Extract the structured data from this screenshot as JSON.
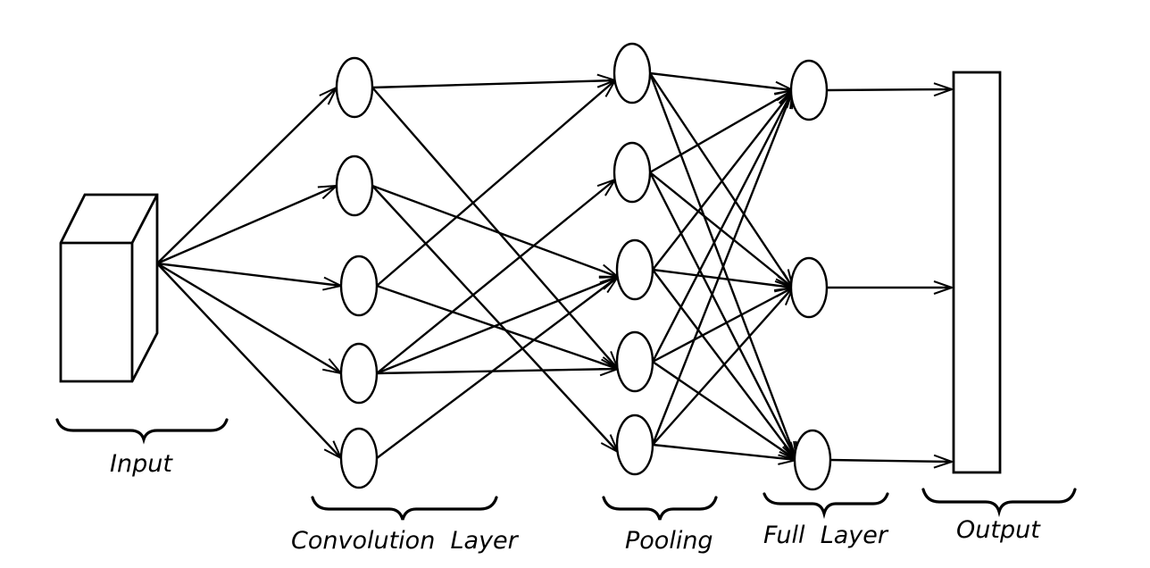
{
  "labels": {
    "input": "Input",
    "convolution": "Convolution  Layer",
    "pooling": "Pooling",
    "full": "Full  Layer",
    "output": "Output"
  },
  "colors": {
    "stroke": "#000000",
    "background": "#ffffff"
  },
  "icons": {
    "input": "box-3d",
    "output": "rectangle",
    "node": "ellipse",
    "group": "curly-brace"
  }
}
